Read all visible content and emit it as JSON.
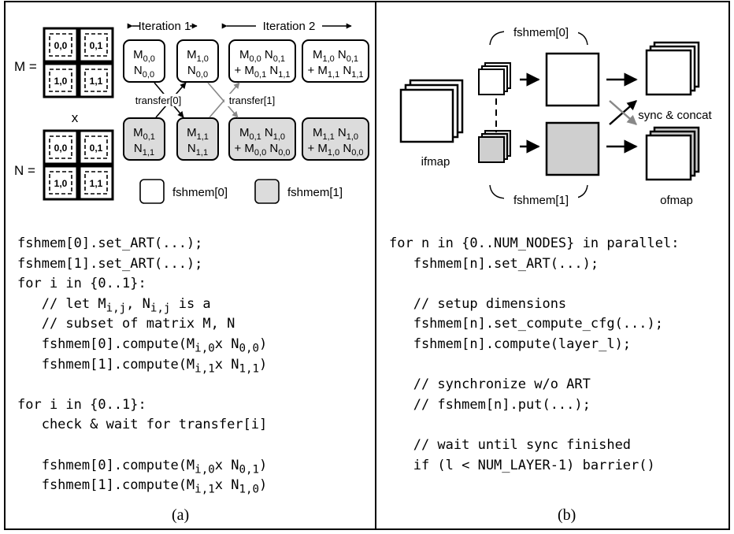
{
  "panel_a": {
    "caption": "(a)",
    "matrix_m_label": "M =",
    "matrix_n_label": "N =",
    "times_label": "x",
    "matrix_cells": [
      "0,0",
      "0,1",
      "1,0",
      "1,1"
    ],
    "iteration_1": "Iteration 1",
    "iteration_2": "Iteration 2",
    "transfer_0": "transfer[0]",
    "transfer_1": "transfer[1]",
    "legend_0": "fshmem[0]",
    "legend_1": "fshmem[1]",
    "code": [
      "fshmem[0].set_ART(...);",
      "fshmem[1].set_ART(...);",
      "for i in {0..1}:",
      "   // let M",
      "   // subset of matrix M, N",
      "   fshmem[0].compute(M",
      "   fshmem[1].compute(M",
      "",
      "for i in {0..1}:",
      "   check & wait for transfer[i]",
      "",
      "   fshmem[0].compute(M",
      "   fshmem[1].compute(M"
    ]
  },
  "panel_b": {
    "caption": "(b)",
    "fshmem_0": "fshmem[0]",
    "fshmem_1": "fshmem[1]",
    "ifmap": "ifmap",
    "ofmap": "ofmap",
    "sync": "sync & concat",
    "code": [
      "for n in {0..NUM_NODES} in parallel:",
      "   fshmem[n].set_ART(...);",
      "",
      "   // setup dimensions",
      "   fshmem[n].set_compute_cfg(...);",
      "   fshmem[n].compute(layer_l);",
      "",
      "   // synchronize w/o ART",
      "   // fshmem[n].put(...);",
      "",
      "   // wait until sync finished",
      "   if (l < NUM_LAYER-1) barrier()"
    ]
  }
}
